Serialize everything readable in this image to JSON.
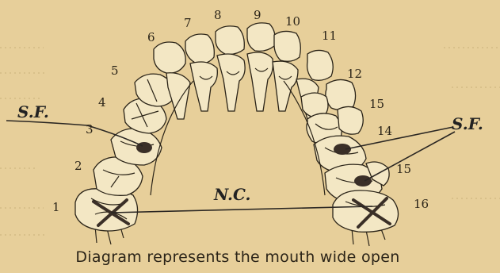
{
  "figure": {
    "caption": "Diagram represents the mouth wide open",
    "tooth_numbers": [
      "1",
      "2",
      "3",
      "4",
      "5",
      "6",
      "7",
      "8",
      "9",
      "10",
      "11",
      "12",
      "15",
      "14",
      "15",
      "16"
    ],
    "annotations": {
      "sf_left": "S.F.",
      "sf_right": "S.F.",
      "nc": "N.C."
    }
  }
}
